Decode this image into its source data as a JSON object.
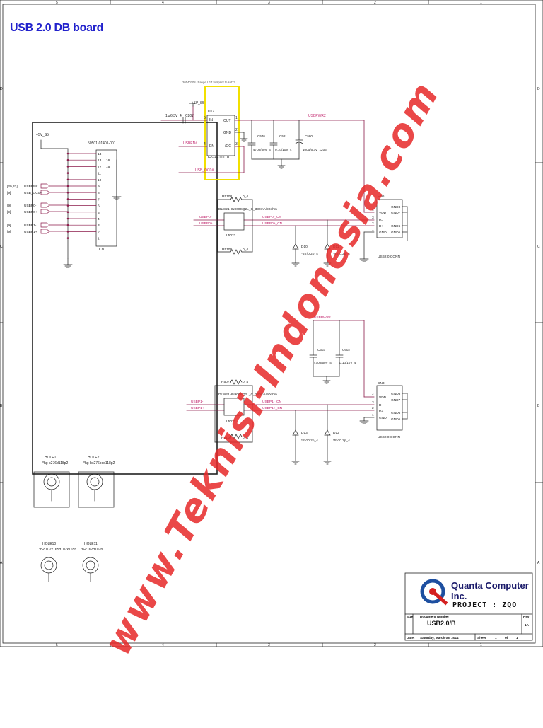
{
  "title": "USB 2.0 DB board",
  "change_note": "20140308 change U17 footprint to sot23.",
  "watermark": "www.Teknisi-Indonesia.com",
  "border_numbers": [
    "5",
    "4",
    "3",
    "2",
    "1"
  ],
  "border_letters": [
    "D",
    "C",
    "B",
    "A"
  ],
  "colors": {
    "wire": "#8b1a4a",
    "ink": "#1a1a1a",
    "label": "#c0206a",
    "highlight": "#f2e000",
    "title": "#2222cc",
    "watermark": "#e62828"
  },
  "connector": {
    "ref": "CN1",
    "part": "50501-01401-001",
    "power": "+5V_S5",
    "pins_a": [
      "14",
      "13",
      "12",
      "11",
      "10",
      "9",
      "8",
      "7",
      "6",
      "5",
      "4",
      "3",
      "2",
      "1"
    ],
    "pins_b": [
      "16",
      "15"
    ]
  },
  "left_nets": [
    {
      "page": "[29,32]",
      "name": "USBEN#"
    },
    {
      "page": "[9]",
      "name": "USB_OC0#"
    },
    {
      "page": "[9]",
      "name": "USBP0-"
    },
    {
      "page": "[9]",
      "name": "USBP0+"
    },
    {
      "page": "[9]",
      "name": "USBP1-"
    },
    {
      "page": "[9]",
      "name": "USBP1+"
    }
  ],
  "u17": {
    "ref": "U17",
    "part": "G524E1T11U",
    "power": "+5V_S5",
    "cap_in": "1u/6.3V_4",
    "cap_in_ref": "C207",
    "pin_in": "IN",
    "pin_out": "OUT",
    "pin_gnd": "GND",
    "pin_en": "EN",
    "pin_oc": "/OC",
    "num_in": "5",
    "num_en": "4",
    "num_out": "1",
    "num_gnd": "2",
    "num_oc": "3",
    "en_net": "USBEN#",
    "oc_net": "USB_OC0#",
    "out_net": "USBPWR2"
  },
  "caps_top": [
    {
      "ref": "C576",
      "value": "470p/50V_4"
    },
    {
      "ref": "C581",
      "value": "0.1u/10V_4"
    },
    {
      "ref": "C580",
      "value": "100u/6.3V_1206"
    }
  ],
  "port0": {
    "r_top": "R5108",
    "r_top_val": "0_4",
    "r_bot": "R5109",
    "r_bot_val": "0_4",
    "choke": "DLW21HN900SQ2L_C_330mA/90ohm",
    "choke_ref": "L5022",
    "in_minus": "USBP0-",
    "in_plus": "USBP0+",
    "out_minus": "USBP0-_CN",
    "out_plus": "USBP0+_CN",
    "diodes": [
      {
        "ref": "D10",
        "value": "*5V/0.2p_4"
      },
      {
        "ref": "D11",
        "value": "*5V/0.2p_4"
      }
    ],
    "conn_ref": "CN2",
    "conn_part": "USB2.0 CONN",
    "conn_pins": [
      "VDD",
      "D-",
      "D+",
      "GND"
    ],
    "conn_nums": [
      "4",
      "3",
      "2",
      "1"
    ],
    "gnd_pins": [
      "GND8",
      "GND7",
      "GND6",
      "GND5"
    ]
  },
  "caps_mid": [
    {
      "ref": "C603",
      "value": "470p/50V_4"
    },
    {
      "ref": "C602",
      "value": "0.1u/10V_4"
    }
  ],
  "port1": {
    "r_top": "R5071",
    "r_top_val": "0_4",
    "r_bot": "R5110",
    "r_bot_val": "0_4",
    "choke": "DLW21HN900SQ2L_C_330mA/90ohm",
    "choke_ref": "L5023",
    "in_minus": "USBP1-",
    "in_plus": "USBP1+",
    "out_minus": "USBP1-_CN",
    "out_plus": "USBP1+_CN",
    "diodes": [
      {
        "ref": "D13",
        "value": "*5V/0.2p_4"
      },
      {
        "ref": "D12",
        "value": "*5V/0.2p_4"
      }
    ],
    "conn_ref": "CN3",
    "conn_part": "USB2.0 CONN",
    "conn_pins": [
      "VDD",
      "D-",
      "D+",
      "GND"
    ],
    "conn_nums": [
      "4",
      "3",
      "2",
      "1"
    ],
    "gnd_pins": [
      "GND8",
      "GND7",
      "GND6",
      "GND5"
    ],
    "pwr_net": "USBPWR2"
  },
  "holes": [
    {
      "ref": "HOLE1",
      "part": "*hg-c276d118p2"
    },
    {
      "ref": "HOLE2",
      "part": "*hg-bc276bcd118p2"
    },
    {
      "ref": "HOLE10",
      "part": "*h-o102x165d102x165n"
    },
    {
      "ref": "HOLE11",
      "part": "*h-c162d102n"
    }
  ],
  "title_block": {
    "company": "Quanta Computer Inc.",
    "project": "PROJECT : ZQO",
    "size_label": "Size",
    "docnum_label": "Document Number",
    "rev_label": "Rev",
    "doc_number": "USB2.0/B",
    "rev": "1A",
    "date_label": "Date:",
    "date": "Saturday, March 08, 2014",
    "sheet_label": "Sheet",
    "sheet": "1",
    "of_label": "of",
    "sheets": "1"
  }
}
